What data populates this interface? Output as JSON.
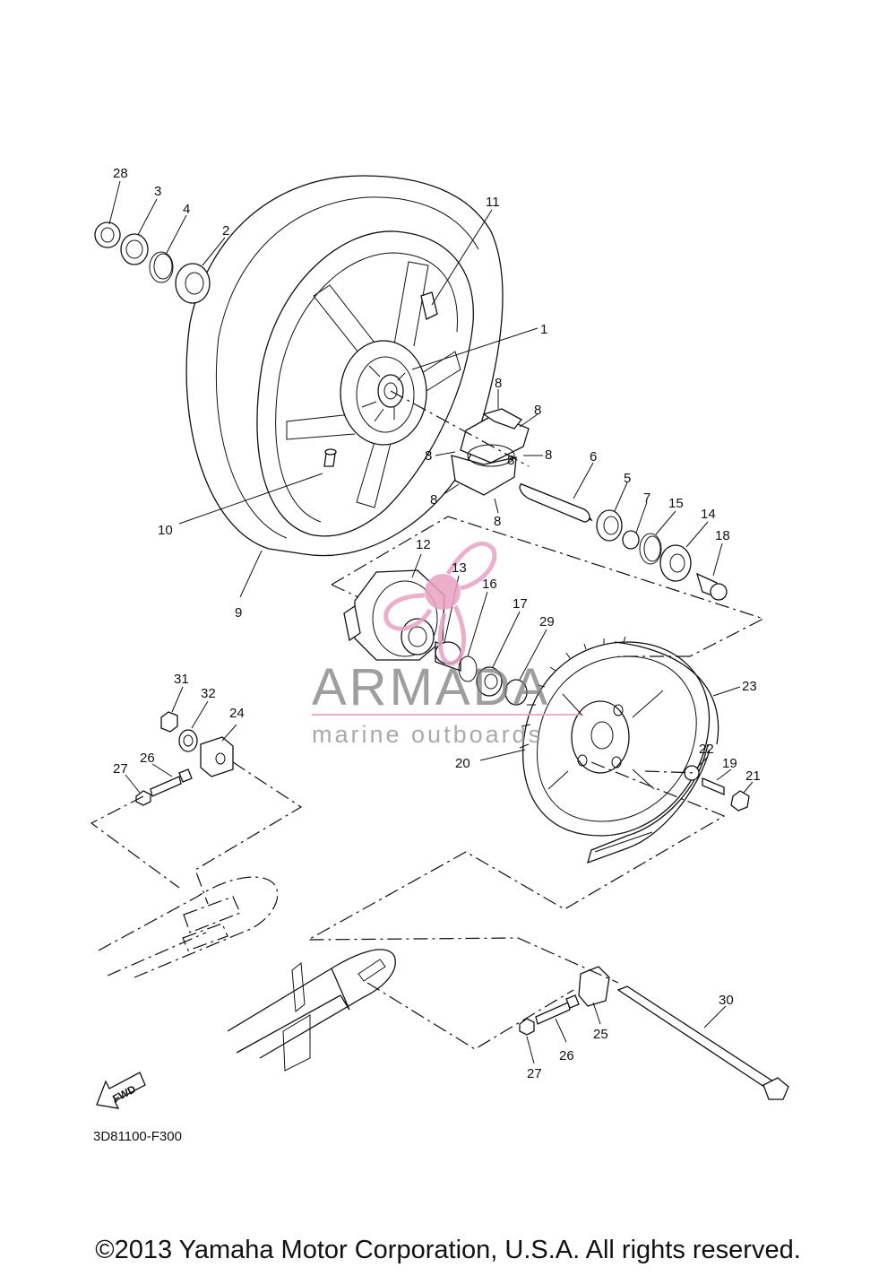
{
  "diagram": {
    "drawing_code": "3D81100-F300",
    "fwd_label": "FWD",
    "watermark": {
      "brand": "ARMADA",
      "tagline": "marine outboards",
      "accent_color": "#e8a2c4",
      "text_color": "#7a7a7a"
    },
    "copyright": "©2013 Yamaha Motor Corporation, U.S.A. All rights reserved.",
    "callouts": [
      "28",
      "3",
      "4",
      "2",
      "11",
      "1",
      "8",
      "8",
      "8",
      "8",
      "8",
      "8",
      "8",
      "6",
      "5",
      "7",
      "15",
      "14",
      "18",
      "10",
      "9",
      "12",
      "13",
      "16",
      "17",
      "29",
      "23",
      "31",
      "32",
      "24",
      "26",
      "27",
      "22",
      "19",
      "21",
      "20",
      "30",
      "25",
      "26",
      "27"
    ]
  }
}
